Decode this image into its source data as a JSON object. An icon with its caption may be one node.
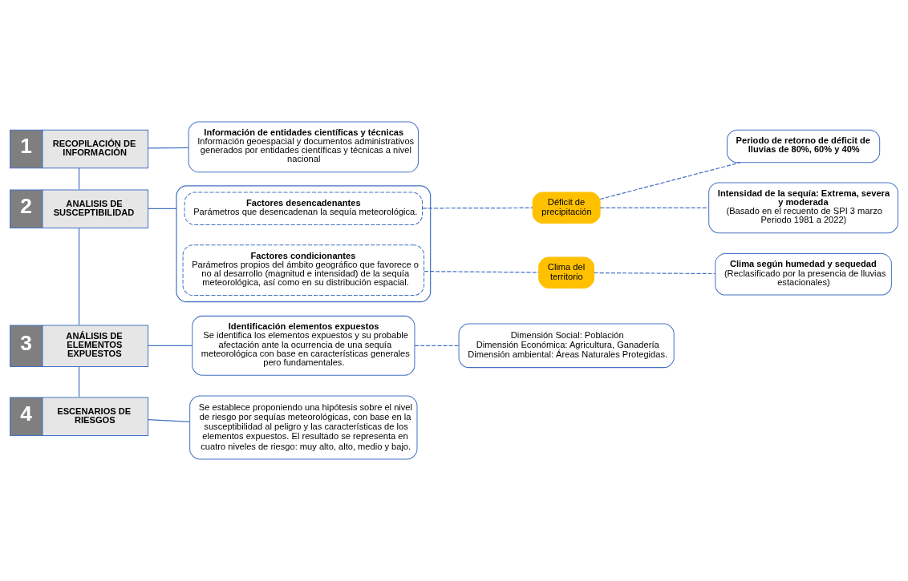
{
  "diagram": {
    "nodes": [
      {
        "text": [
          "1",
          "RECOPILACIÓN DE INFORMACIÓN"
        ]
      },
      {
        "text": [
          "Información de entidades científicas y técnicas",
          "Información geoespacial y documentos administrativos generados por entidades científicas y técnicas a nivel nacional"
        ]
      },
      {
        "text": [
          "2",
          "ANALISIS DE SUSCEPTIBILIDAD"
        ]
      },
      {
        "text": [],
        "shape": "box"
      },
      {
        "text": [
          "Factores desencadenantes",
          "Parámetros que desencadenan la sequía meteorológica."
        ],
        "in": 3
      },
      {
        "text": [
          "Factores condicionantes",
          "Parámetros propios del ámbito geográfico que favorece o no al desarrollo (magnitud e intensidad) de la sequía meteorológica, así como en su distribución espacial."
        ],
        "in": 3
      },
      {
        "text": [
          "Déficit de precipitación"
        ]
      },
      {
        "text": [
          "Periodo de retorno de déficit de lluvias de 80%, 60% y 40%"
        ]
      },
      {
        "text": [
          "Intensidad de la sequía: Extrema, severa y moderada",
          "(Basado en el recuento de SPI 3 marzo Periodo 1981 a 2022)"
        ]
      },
      {
        "text": [
          "Clima del territorio"
        ]
      },
      {
        "text": [
          "Clima según humedad y sequedad",
          "(Reclasificado por la presencia de lluvias estacionales)"
        ]
      },
      {
        "text": [
          "3",
          "ANÁLISIS DE ELEMENTOS EXPUESTOS"
        ]
      },
      {
        "text": [
          "Identificación elementos expuestos",
          "Se identifica los elementos expuestos y su probable afectación ante la ocurrencia de una sequía meteorológica con base en características generales pero fundamentales."
        ]
      },
      {
        "text": [
          "Dimensión Social: Población",
          "Dimensión Económica: Agricultura, Ganadería",
          "Dimensión ambiental: Áreas Naturales Protegidas."
        ]
      },
      {
        "text": [
          "4",
          "ESCENARIOS DE RIESGOS"
        ]
      },
      {
        "text": [
          "Se establece proponiendo una hipótesis sobre el nivel de riesgo por sequías meteorológicas, con base en la susceptibilidad al peligro y las características de los elementos expuestos. El resultado se representa en cuatro niveles de riesgo: muy alto, alto, medio y bajo."
        ]
      }
    ],
    "edges": [
      {
        "from": 0,
        "to": 1,
        "arrow": "none"
      },
      {
        "from": 0,
        "to": 2,
        "arrow": "none"
      },
      {
        "from": 2,
        "to": 3,
        "arrow": "none"
      },
      {
        "from": 4,
        "to": 6,
        "arrow": "none",
        "style": "dashed"
      },
      {
        "from": 6,
        "to": 7,
        "arrow": "none",
        "style": "dashed"
      },
      {
        "from": 6,
        "to": 8,
        "arrow": "none",
        "style": "dashed"
      },
      {
        "from": 5,
        "to": 9,
        "arrow": "none",
        "style": "dashed"
      },
      {
        "from": 9,
        "to": 10,
        "arrow": "none",
        "style": "dashed"
      },
      {
        "from": 2,
        "to": 11,
        "arrow": "none"
      },
      {
        "from": 11,
        "to": 12,
        "arrow": "none"
      },
      {
        "from": 12,
        "to": 13,
        "arrow": "none",
        "style": "dashed"
      },
      {
        "from": 11,
        "to": 14,
        "arrow": "none"
      },
      {
        "from": 14,
        "to": 15,
        "arrow": "none"
      }
    ]
  }
}
